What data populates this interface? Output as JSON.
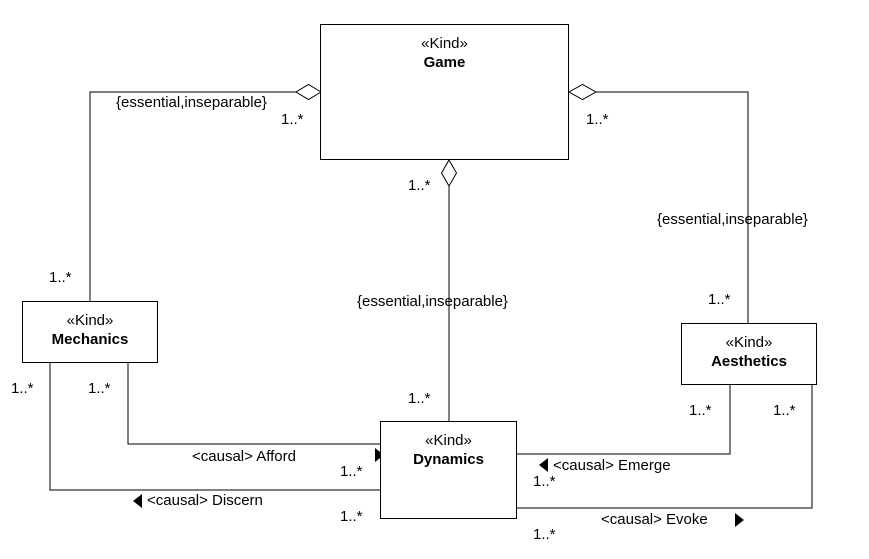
{
  "classes": {
    "game": {
      "stereotype": "«Kind»",
      "name": "Game"
    },
    "mechanics": {
      "stereotype": "«Kind»",
      "name": "Mechanics"
    },
    "dynamics": {
      "stereotype": "«Kind»",
      "name": "Dynamics"
    },
    "aesthetics": {
      "stereotype": "«Kind»",
      "name": "Aesthetics"
    }
  },
  "labels": {
    "constraint_mechanics": "{essential,inseparable}",
    "constraint_dynamics": "{essential,inseparable}",
    "constraint_aesthetics": "{essential,inseparable}",
    "mult_game_mech": "1..*",
    "mult_mech_game": "1..*",
    "mult_game_dyn": "1..*",
    "mult_dyn_game": "1..*",
    "mult_game_aes": "1..*",
    "mult_aes_game": "1..*",
    "mult_mech_discern": "1..*",
    "mult_mech_afford": "1..*",
    "mult_dyn_afford": "1..*",
    "mult_dyn_discern": "1..*",
    "mult_aes_emerge": "1..*",
    "mult_aes_evoke": "1..*",
    "mult_dyn_emerge": "1..*",
    "mult_dyn_evoke": "1..*",
    "afford": "<causal> Afford",
    "discern": "<causal> Discern",
    "emerge": "<causal> Emerge",
    "evoke": "<causal> Evoke"
  }
}
